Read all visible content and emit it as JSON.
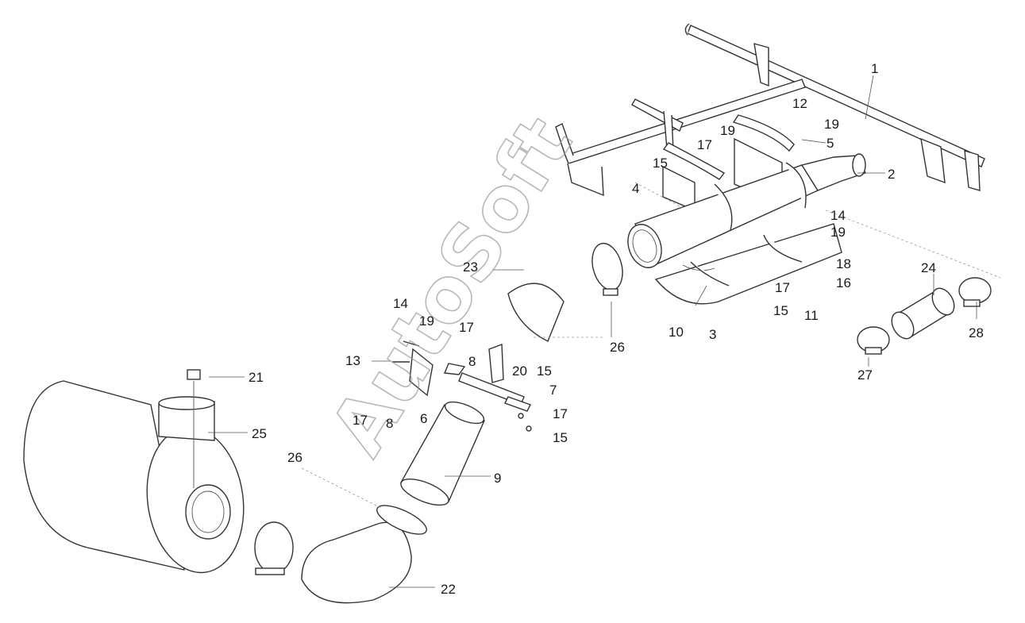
{
  "watermark": "AutoSoft",
  "callouts": [
    {
      "id": "1",
      "label": "1"
    },
    {
      "id": "2",
      "label": "2"
    },
    {
      "id": "3",
      "label": "3"
    },
    {
      "id": "4",
      "label": "4"
    },
    {
      "id": "5",
      "label": "5"
    },
    {
      "id": "6",
      "label": "6"
    },
    {
      "id": "7",
      "label": "7"
    },
    {
      "id": "8a",
      "label": "8"
    },
    {
      "id": "8b",
      "label": "8"
    },
    {
      "id": "9",
      "label": "9"
    },
    {
      "id": "10",
      "label": "10"
    },
    {
      "id": "11",
      "label": "11"
    },
    {
      "id": "12",
      "label": "12"
    },
    {
      "id": "13",
      "label": "13"
    },
    {
      "id": "14a",
      "label": "14"
    },
    {
      "id": "14b",
      "label": "14"
    },
    {
      "id": "15a",
      "label": "15"
    },
    {
      "id": "15b",
      "label": "15"
    },
    {
      "id": "15c",
      "label": "15"
    },
    {
      "id": "15d",
      "label": "15"
    },
    {
      "id": "16",
      "label": "16"
    },
    {
      "id": "17a",
      "label": "17"
    },
    {
      "id": "17b",
      "label": "17"
    },
    {
      "id": "17c",
      "label": "17"
    },
    {
      "id": "17d",
      "label": "17"
    },
    {
      "id": "17e",
      "label": "17"
    },
    {
      "id": "18",
      "label": "18"
    },
    {
      "id": "19a",
      "label": "19"
    },
    {
      "id": "19b",
      "label": "19"
    },
    {
      "id": "19c",
      "label": "19"
    },
    {
      "id": "19d",
      "label": "19"
    },
    {
      "id": "20",
      "label": "20"
    },
    {
      "id": "21",
      "label": "21"
    },
    {
      "id": "22",
      "label": "22"
    },
    {
      "id": "23",
      "label": "23"
    },
    {
      "id": "24",
      "label": "24"
    },
    {
      "id": "25",
      "label": "25"
    },
    {
      "id": "26a",
      "label": "26"
    },
    {
      "id": "26b",
      "label": "26"
    },
    {
      "id": "27",
      "label": "27"
    },
    {
      "id": "28",
      "label": "28"
    }
  ]
}
